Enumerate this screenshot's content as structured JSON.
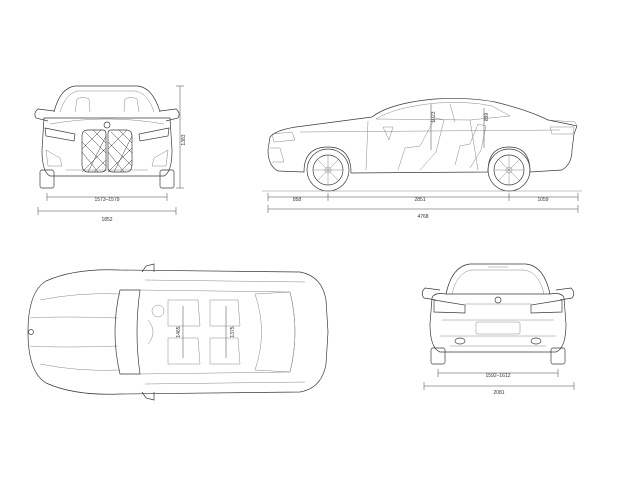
{
  "views": {
    "front": {
      "dims": {
        "height": "1383",
        "track": "1573–1579",
        "width": "1852"
      }
    },
    "side": {
      "dims": {
        "overhang_front": "858",
        "wheelbase": "2851",
        "overhang_rear": "1059",
        "length": "4768",
        "interior_front": "1023",
        "interior_rear": "899"
      }
    },
    "top": {
      "dims": {
        "interior_front": "1465",
        "interior_rear": "1375"
      },
      "icons": [
        "bmw-roundel-icon"
      ]
    },
    "rear": {
      "dims": {
        "track": "1592–1612",
        "width": "2081"
      },
      "icons": [
        "bmw-roundel-icon"
      ]
    }
  },
  "colors": {
    "line": "#3a3a3a",
    "background": "#ffffff"
  }
}
